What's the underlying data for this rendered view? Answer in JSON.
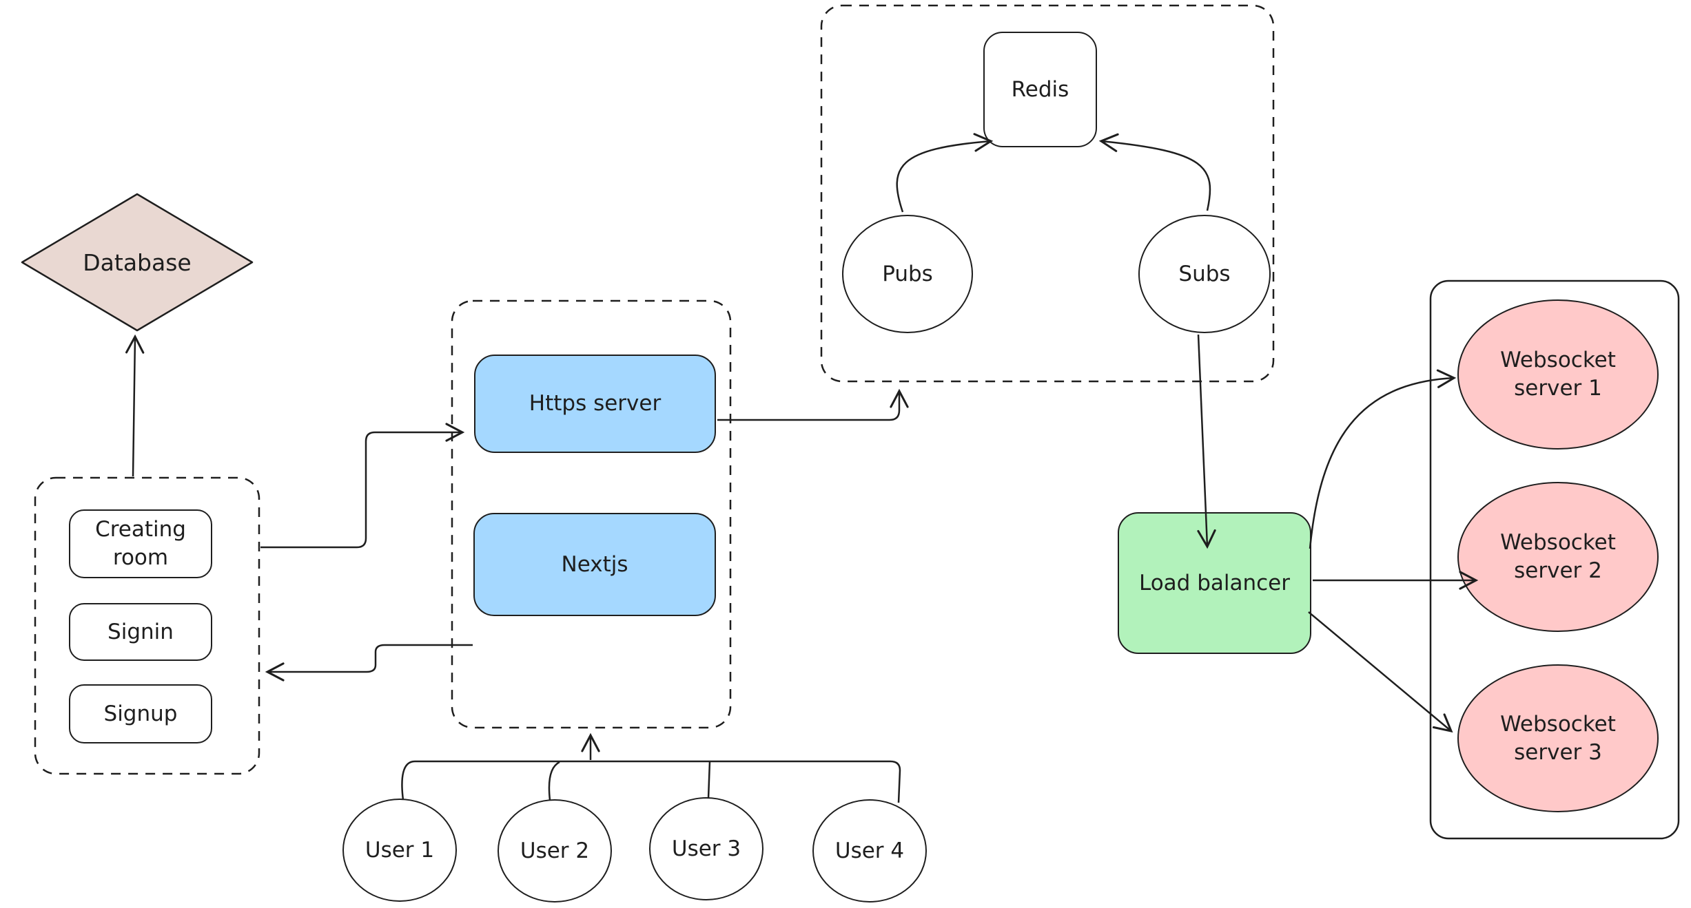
{
  "app": {
    "type": "whiteboard-architecture-diagram"
  },
  "colors": {
    "background": "#ffffff",
    "stroke": "#1e1e1e",
    "blue": "#a5d8ff",
    "green": "#b2f2bb",
    "pink": "#ffc9c9",
    "tan": "#e9d8d2",
    "white": "#ffffff"
  },
  "nodes": {
    "database": {
      "label": "Database",
      "fill": "#e9d8d2",
      "shape": "diamond"
    },
    "creating_room": {
      "label": "Creating room",
      "fill": "#ffffff",
      "shape": "rounded-rect"
    },
    "signin": {
      "label": "Signin",
      "fill": "#ffffff",
      "shape": "rounded-rect"
    },
    "signup": {
      "label": "Signup",
      "fill": "#ffffff",
      "shape": "rounded-rect"
    },
    "https_server": {
      "label": "Https server",
      "fill": "#a5d8ff",
      "shape": "rounded-rect"
    },
    "nextjs": {
      "label": "Nextjs",
      "fill": "#a5d8ff",
      "shape": "rounded-rect"
    },
    "redis": {
      "label": "Redis",
      "fill": "#ffffff",
      "shape": "rounded-rect"
    },
    "pubs": {
      "label": "Pubs",
      "fill": "#ffffff",
      "shape": "ellipse"
    },
    "subs": {
      "label": "Subs",
      "fill": "#ffffff",
      "shape": "ellipse"
    },
    "load_balancer": {
      "label": "Load balancer",
      "fill": "#b2f2bb",
      "shape": "rounded-rect"
    },
    "websocket_server_1": {
      "label": "Websocket server 1",
      "fill": "#ffc9c9",
      "shape": "ellipse"
    },
    "websocket_server_2": {
      "label": "Websocket server 2",
      "fill": "#ffc9c9",
      "shape": "ellipse"
    },
    "websocket_server_3": {
      "label": "Websocket server 3",
      "fill": "#ffc9c9",
      "shape": "ellipse"
    },
    "user_1": {
      "label": "User 1",
      "fill": "#ffffff",
      "shape": "ellipse"
    },
    "user_2": {
      "label": "User 2",
      "fill": "#ffffff",
      "shape": "ellipse"
    },
    "user_3": {
      "label": "User 3",
      "fill": "#ffffff",
      "shape": "ellipse"
    },
    "user_4": {
      "label": "User 4",
      "fill": "#ffffff",
      "shape": "ellipse"
    }
  },
  "groups": {
    "auth_group": {
      "members": [
        "creating_room",
        "signin",
        "signup"
      ],
      "border": "dashed"
    },
    "server_group": {
      "members": [
        "https_server",
        "nextjs"
      ],
      "border": "dashed"
    },
    "redis_group": {
      "members": [
        "redis",
        "pubs",
        "subs"
      ],
      "border": "dashed"
    },
    "websocket_group": {
      "members": [
        "websocket_server_1",
        "websocket_server_2",
        "websocket_server_3"
      ],
      "border": "solid"
    }
  },
  "edges": [
    {
      "from": "auth_group",
      "to": "database",
      "arrow": "end"
    },
    {
      "from": "auth_group",
      "to": "https_server",
      "arrow": "end"
    },
    {
      "from": "nextjs",
      "to": "auth_group",
      "arrow": "end"
    },
    {
      "from": "https_server",
      "to": "redis_group",
      "arrow": "end"
    },
    {
      "from": "pubs",
      "to": "redis",
      "arrow": "end"
    },
    {
      "from": "subs",
      "to": "redis",
      "arrow": "end"
    },
    {
      "from": "subs",
      "to": "load_balancer",
      "arrow": "end"
    },
    {
      "from": "load_balancer",
      "to": "websocket_server_1",
      "arrow": "end"
    },
    {
      "from": "load_balancer",
      "to": "websocket_server_2",
      "arrow": "end"
    },
    {
      "from": "load_balancer",
      "to": "websocket_server_3",
      "arrow": "end"
    },
    {
      "from": "users_bus",
      "to": "server_group",
      "arrow": "end"
    }
  ]
}
